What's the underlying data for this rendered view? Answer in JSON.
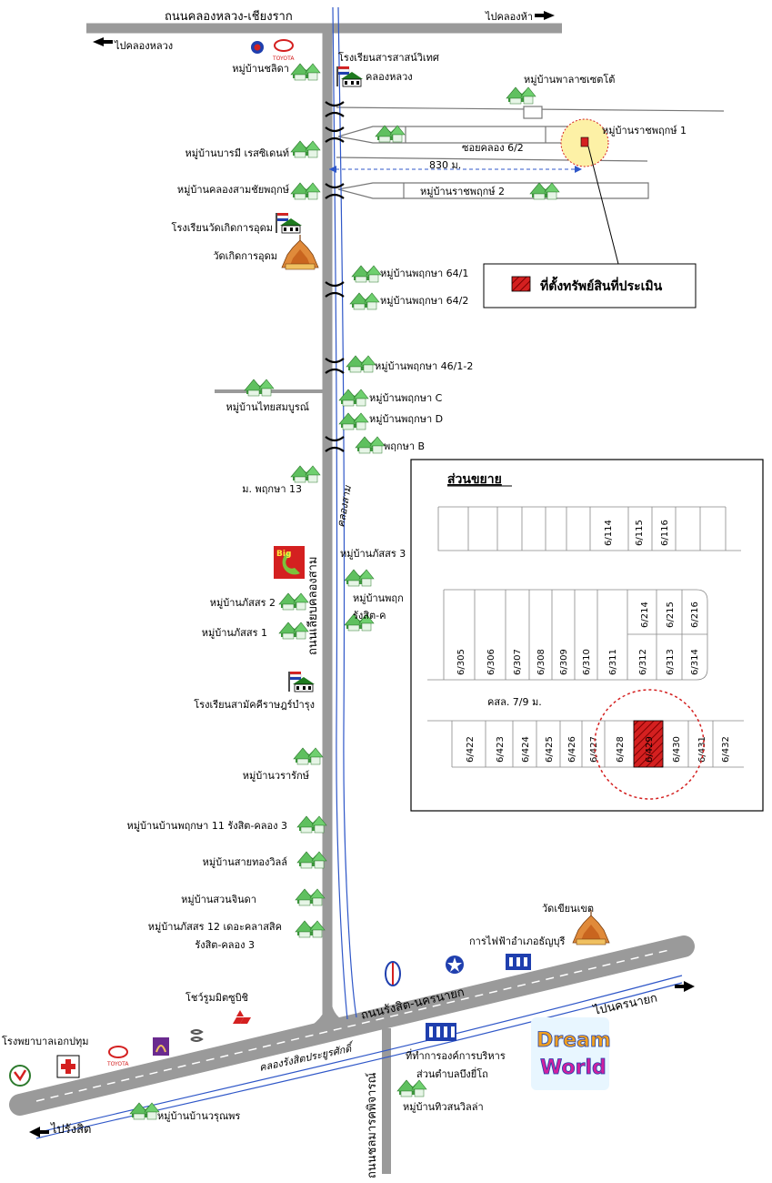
{
  "roads": {
    "top": "ถนนคลองหลวง-เชียงราก",
    "to_left_top": "ไปคลองหลวง",
    "to_right_top": "ไปคลองห้า",
    "main_vertical": "ถนนเลียบคลองสาม",
    "canal_vertical": "คลองสาม",
    "diagonal": "ถนนรังสิต-นครนายก",
    "to_rangsit": "ไปรังสิต",
    "to_nakhonnayok": "ไปนครนายก",
    "canal_diagonal": "คลองรังสิตประยูรศักดิ์",
    "bottom_vertical": "ถนนชลมารคพิจารณ์",
    "soi": "ซอยคลอง 6/2",
    "distance": "830 ม."
  },
  "labels": {
    "villages_left": [
      "หมู่บ้านชลิดา",
      "หมู่บ้านบารมี เรสซิเดนท์",
      "หมู่บ้านคลองสามชัยพฤกษ์",
      "หมู่บ้านไทยสมบูรณ์",
      "ม. พฤกษา 13",
      "หมู่บ้านภัสสร 2",
      "หมู่บ้านภัสสร 1",
      "หมู่บ้านวรารักษ์",
      "หมู่บ้านบ้านพฤกษา 11 รังสิต-คลอง 3",
      "หมู่บ้านสายทองวิลล์",
      "หมู่บ้านสวนจินดา",
      "หมู่บ้านภัสสร 12 เดอะคลาสสิค",
      "รังสิต-คลอง 3"
    ],
    "villages_right": [
      "หมู่บ้านพาลาซเซตโต้",
      "หมู่บ้านราชพฤกษ์ 1",
      "หมู่บ้านราชพฤกษ์ 2",
      "หมู่บ้านพฤกษา 64/1",
      "หมู่บ้านพฤกษา 64/2",
      "หมู่บ้านพฤกษา 46/1-2",
      "หมู่บ้านพฤกษา C",
      "หมู่บ้านพฤกษา D",
      "พฤกษา B",
      "หมู่บ้านภัสสร 3",
      "หมู่บ้านพฤก",
      "รังสิต-ค"
    ],
    "school1": "โรงเรียนสารสาสน์วิเทศ",
    "school1b": "คลองหลวง",
    "school2": "โรงเรียนวัดเกิดการอุดม",
    "temple1": "วัดเกิดการอุดม",
    "school3": "โรงเรียนสามัคคีราษฎร์บำรุง",
    "temple2": "วัดเขียนเขต",
    "electric": "การไฟฟ้าอำเภอธัญบุรี",
    "showroom": "โชว์รูมมิตซูบิชิ",
    "hospital": "โรงพยาบาลเอกปทุม",
    "tao": "ที่ทำการองค์การบริหาร",
    "tao2": "ส่วนตำบลบึงยี่โถ",
    "village_bottom1": "หมู่บ้านบ้านวรุณพร",
    "village_bottom2": "หมู่บ้านทิวสนวิลล่า",
    "bigc": "Big",
    "dreamworld1": "Dream",
    "dreamworld2": "World",
    "toyota": "TOYOTA"
  },
  "legend": {
    "label": "ที่ตั้งทรัพย์สินที่ประเมิน"
  },
  "inset": {
    "title": "ส่วนขยาย",
    "row1": [
      "6/114",
      "6/115",
      "6/116"
    ],
    "row2_top": [
      "6/214",
      "6/215",
      "6/216"
    ],
    "row2_bottom": [
      "6/305",
      "6/306",
      "6/307",
      "6/308",
      "6/309",
      "6/310",
      "6/311",
      "6/312",
      "6/313",
      "6/314"
    ],
    "road": "คสล. 7/9 ม.",
    "row3": [
      "6/422",
      "6/423",
      "6/424",
      "6/425",
      "6/426",
      "6/427",
      "6/428",
      "6/429",
      "6/430",
      "6/431",
      "6/432"
    ]
  },
  "colors": {
    "road": "#9a9a9a",
    "canal": "#2f57c8",
    "subject": "#d42020",
    "highlight": "#fdf1a6"
  }
}
